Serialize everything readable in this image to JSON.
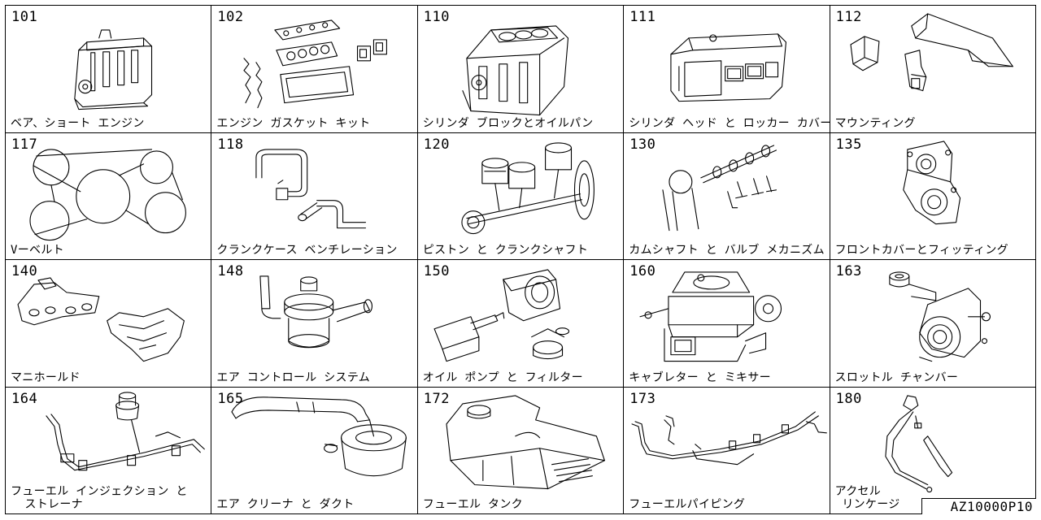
{
  "drawing_code": "AZ10000P10",
  "parts": [
    {
      "num": "101",
      "label": "ベア、ショート エンジン",
      "icon": "engine-block"
    },
    {
      "num": "102",
      "label": "エンジン ガスケット キット",
      "icon": "gasket-kit"
    },
    {
      "num": "110",
      "label": "シリンダ ブロックとオイルパン",
      "icon": "cylinder-block"
    },
    {
      "num": "111",
      "label": "シリンダ ヘッド と ロッカー カバー",
      "icon": "cylinder-head"
    },
    {
      "num": "112",
      "label": "マウンティング",
      "icon": "mounting-brackets"
    },
    {
      "num": "117",
      "label": "Vーベルト",
      "icon": "v-belt"
    },
    {
      "num": "118",
      "label": "クランクケース ベンチレーション",
      "icon": "crankcase-hoses"
    },
    {
      "num": "120",
      "label": "ピストン と クランクシャフト",
      "icon": "piston-crankshaft"
    },
    {
      "num": "130",
      "label": "カムシャフト と バルブ メカニズム",
      "icon": "camshaft-valves"
    },
    {
      "num": "135",
      "label": "フロントカバーとフィッティング",
      "icon": "front-cover"
    },
    {
      "num": "140",
      "label": "マニホールド",
      "icon": "manifold"
    },
    {
      "num": "148",
      "label": "エア コントロール システム",
      "icon": "air-valve"
    },
    {
      "num": "150",
      "label": "オイル ポンプ と フィルター",
      "icon": "oil-pump-filter"
    },
    {
      "num": "160",
      "label": "キャブレター と ミキサー",
      "icon": "carburetor"
    },
    {
      "num": "163",
      "label": "スロットル チャンバー",
      "icon": "throttle-chamber"
    },
    {
      "num": "164",
      "label": "フューエル インジェクション と\n  ストレーナ",
      "icon": "fuel-injection"
    },
    {
      "num": "165",
      "label": "エア クリーナ と ダクト",
      "icon": "air-cleaner"
    },
    {
      "num": "172",
      "label": "フューエル タンク",
      "icon": "fuel-tank"
    },
    {
      "num": "173",
      "label": "フューエルパイピング",
      "icon": "fuel-piping"
    },
    {
      "num": "180",
      "label": "アクセル\n リンケージ",
      "icon": "accelerator-linkage"
    }
  ]
}
